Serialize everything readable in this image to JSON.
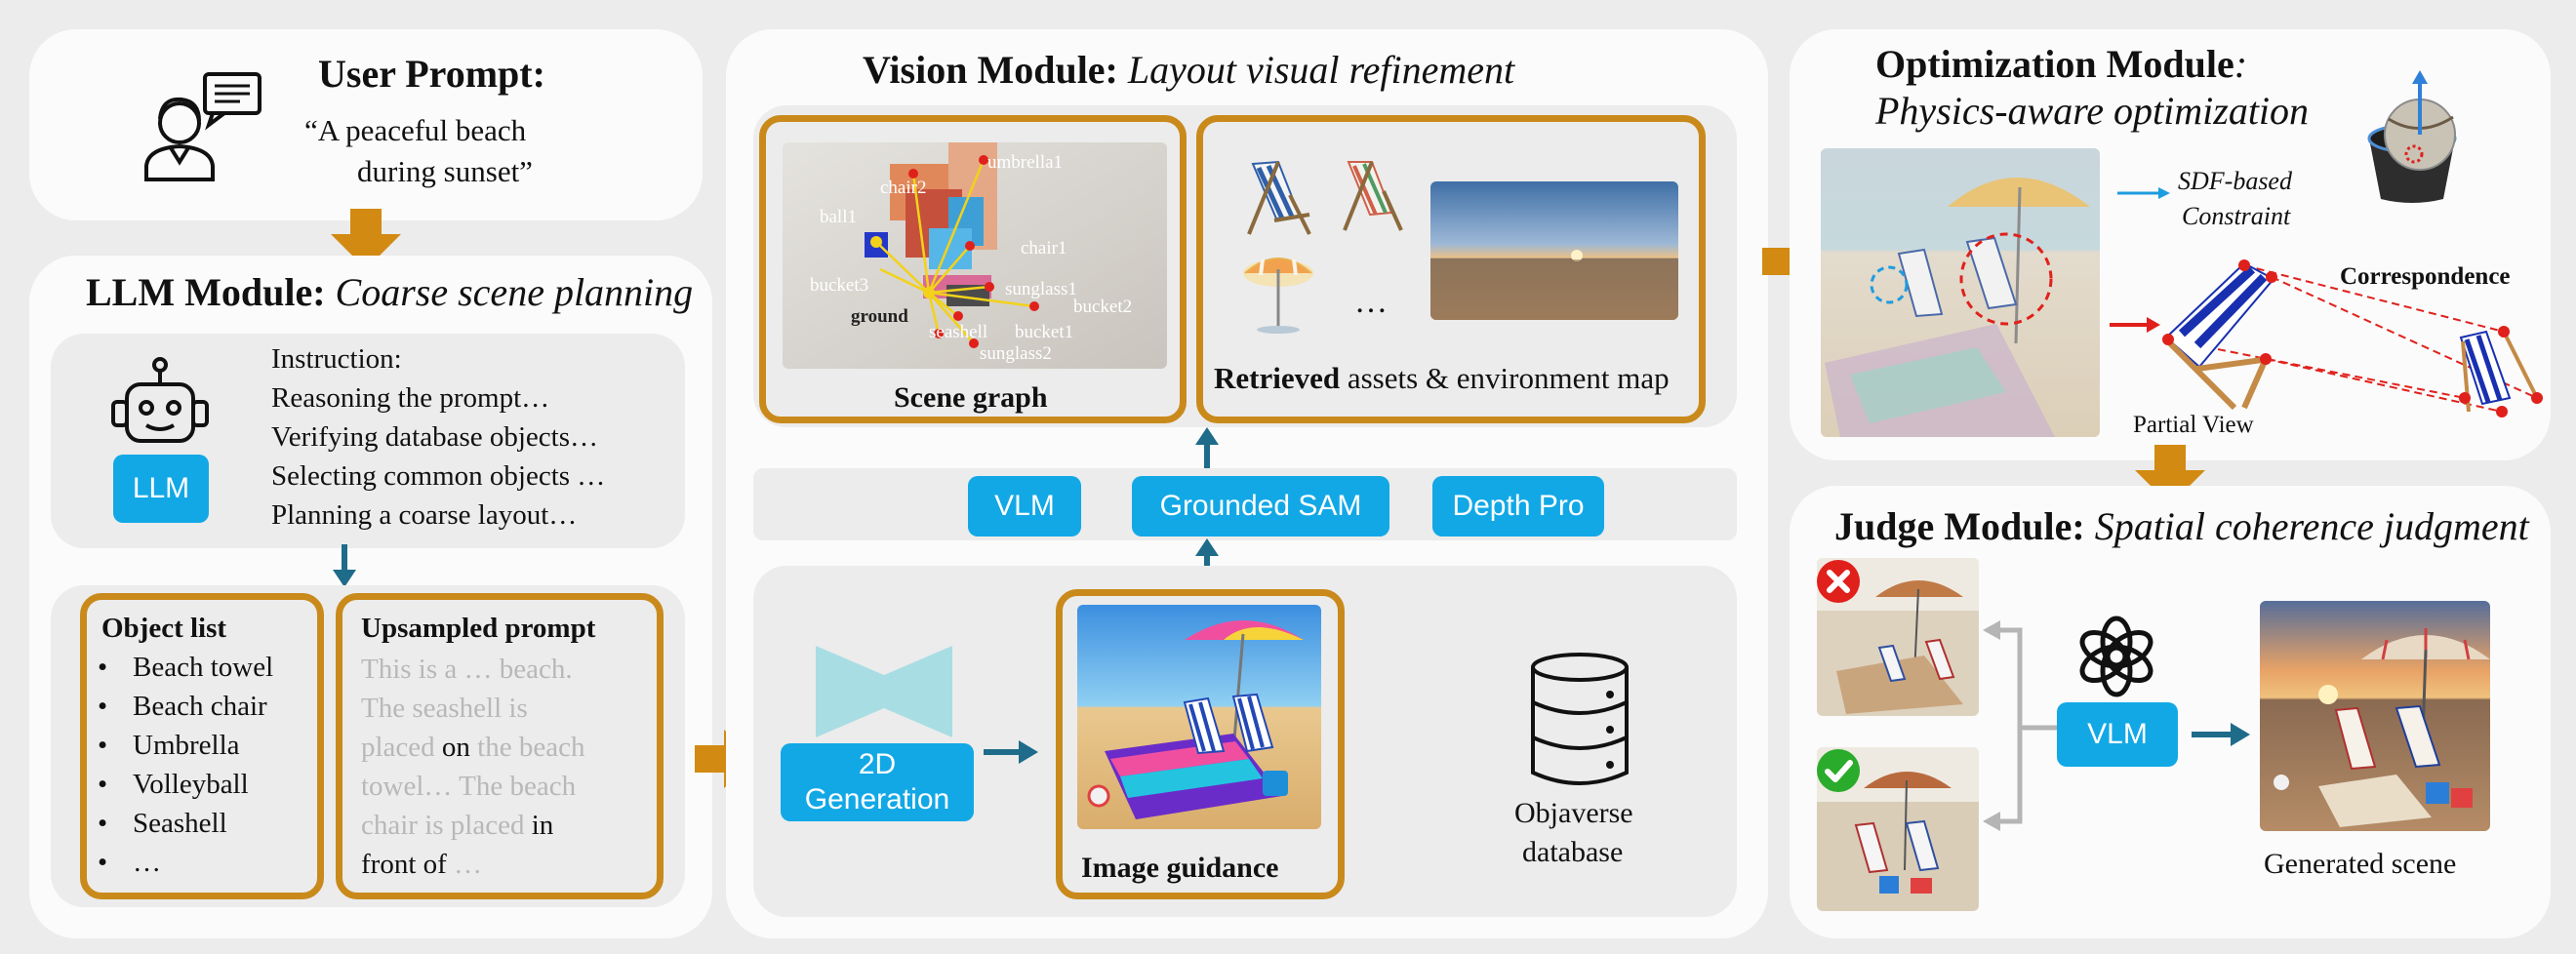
{
  "user_prompt": {
    "title": "User Prompt:",
    "quote_line1": "“A peaceful beach",
    "quote_line2": "during sunset”"
  },
  "llm_module": {
    "title_bold": "LLM Module:",
    "title_italic": "Coarse scene planning",
    "llm_label": "LLM",
    "instruction_lines": [
      "Instruction:",
      "Reasoning the prompt…",
      "Verifying database objects…",
      "Selecting common objects …",
      "Planning a coarse layout…"
    ],
    "object_list_title": "Object list",
    "object_list": [
      "Beach towel",
      "Beach chair",
      "Umbrella",
      "Volleyball",
      "Seashell",
      "…"
    ],
    "upsampled_title": "Upsampled prompt",
    "upsampled_lines": [
      [
        {
          "t": "This is a … beach.",
          "g": true
        }
      ],
      [
        {
          "t": "The seashell is",
          "g": true
        }
      ],
      [
        {
          "t": "placed ",
          "g": true
        },
        {
          "t": "on",
          "g": false
        },
        {
          "t": " the beach",
          "g": true
        }
      ],
      [
        {
          "t": "towel… The beach",
          "g": true
        }
      ],
      [
        {
          "t": "chair is placed ",
          "g": true
        },
        {
          "t": "in",
          "g": false
        }
      ],
      [
        {
          "t": "front of",
          "g": false
        },
        {
          "t": " …",
          "g": true
        }
      ]
    ]
  },
  "vision_module": {
    "title_bold": "Vision Module:",
    "title_italic": "Layout visual refinement",
    "scene_graph_label": "Scene graph",
    "scene_graph_nodes": [
      "umbrella1",
      "chair2",
      "ball1",
      "chair1",
      "bucket3",
      "ground",
      "sunglass1",
      "bucket2",
      "seashell",
      "bucket1",
      "sunglass2"
    ],
    "retrieved_bold": "Retrieved",
    "retrieved_rest": " assets & environment map",
    "ellipsis": "…",
    "tools": [
      "VLM",
      "Grounded SAM",
      "Depth Pro"
    ],
    "generation_label": "2D Generation",
    "image_guidance_label": "Image guidance",
    "database_line1": "Objaverse",
    "database_line2": "database"
  },
  "optimization_module": {
    "title_bold": "Optimization Module",
    "title_colon": ":",
    "title_italic": "Physics-aware optimization",
    "sdf_line1": "SDF-based",
    "sdf_line2": "Constraint",
    "correspondence": "Correspondence",
    "partial_view": "Partial View"
  },
  "judge_module": {
    "title_bold": "Judge Module:",
    "title_italic": "Spatial coherence judgment",
    "vlm_label": "VLM",
    "generated_scene": "Generated scene"
  },
  "colors": {
    "arrow_orange": "#d28a12",
    "arrow_teal": "#1e6b8a",
    "box_orange": "#c98a1b",
    "button_blue": "#12a8e6",
    "reject_red": "#e0201b",
    "accept_green": "#2bab2b"
  }
}
